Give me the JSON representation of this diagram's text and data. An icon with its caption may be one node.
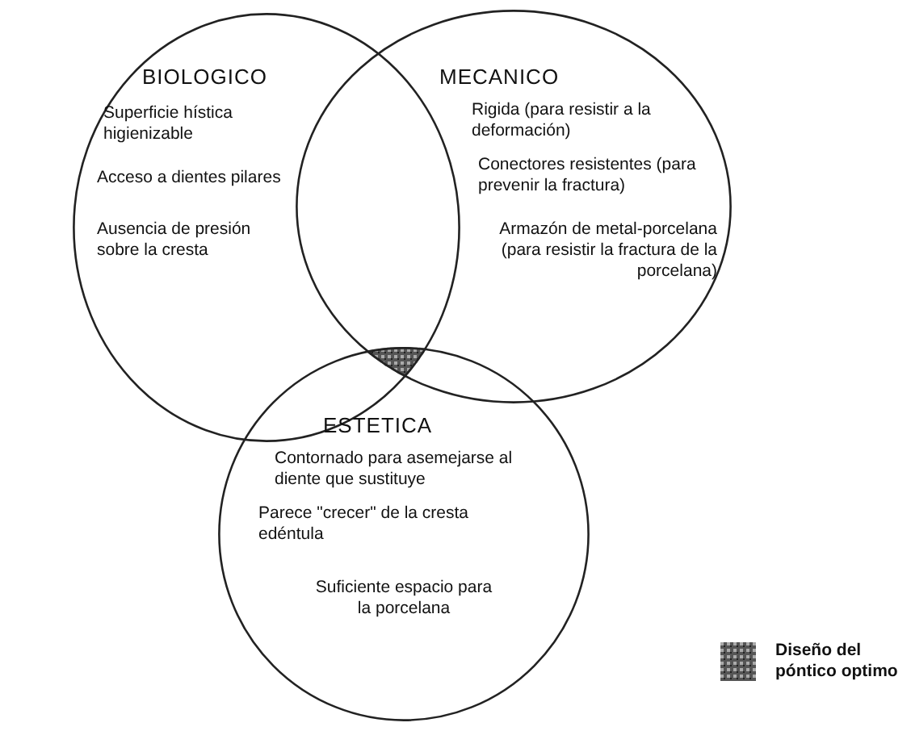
{
  "diagram": {
    "nodes": [
      {
        "text": [
          "BIOLOGICO",
          "Superficie hística higienizable",
          "Acceso a dientes pilares",
          "Ausencia de presión sobre la cresta"
        ]
      },
      {
        "text": [
          "MECANICO",
          "Rigida (para resistir a la deformación)",
          "Conectores resistentes (para prevenir la fractura)",
          "Armazón de metal-porcelana (para resistir la fractura de la porcelana)"
        ]
      },
      {
        "text": [
          "ESTETICA",
          "Contornado para asemejarse al diente que sustituye",
          "Parece \"crecer\" de la cresta edéntula",
          "Suficiente espacio para la porcelana"
        ]
      }
    ],
    "edges": [],
    "legend": [
      {
        "text": "Diseño del póntico optimo"
      }
    ]
  }
}
